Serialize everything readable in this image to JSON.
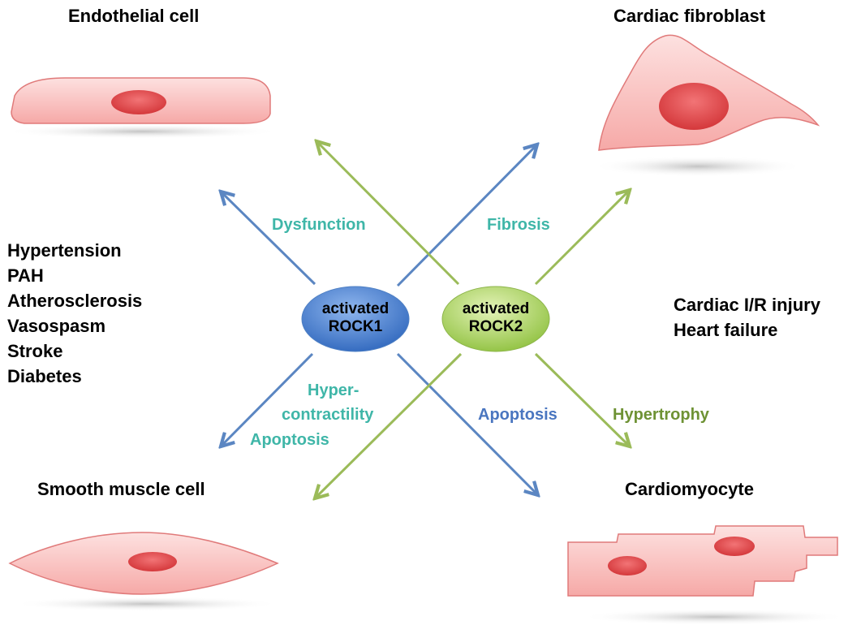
{
  "cells": {
    "endothelial": {
      "title": "Endothelial cell"
    },
    "fibroblast": {
      "title": "Cardiac fibroblast"
    },
    "smooth_muscle": {
      "title": "Smooth muscle cell"
    },
    "cardiomyocyte": {
      "title": "Cardiomyocyte"
    }
  },
  "nodes": {
    "rock1": {
      "line1": "activated",
      "line2": "ROCK1"
    },
    "rock2": {
      "line1": "activated",
      "line2": "ROCK2"
    }
  },
  "effects": {
    "dysfunction": "Dysfunction",
    "fibrosis": "Fibrosis",
    "hypercontractility_1": "Hyper-",
    "hypercontractility_2": "contractility",
    "apoptosis_smc": "Apoptosis",
    "apoptosis_cm": "Apoptosis",
    "hypertrophy": "Hypertrophy"
  },
  "diseases_vascular": [
    "Hypertension",
    "PAH",
    "Atherosclerosis",
    "Vasospasm",
    "Stroke",
    "Diabetes"
  ],
  "diseases_cardiac": [
    "Cardiac I/R injury",
    "Heart failure"
  ],
  "colors": {
    "rock1_arrow": "#5b86c2",
    "rock2_arrow": "#9bbb59",
    "effect_teal": "#3fb6a8",
    "effect_blue": "#4a76c0",
    "effect_green": "#6e9234",
    "cell_fill": "#f8b6b4",
    "cell_stroke": "#e07a7a",
    "nucleus": "#e0484a",
    "rock1_fill": "#3b78cc",
    "rock2_fill": "#a8d45a"
  }
}
